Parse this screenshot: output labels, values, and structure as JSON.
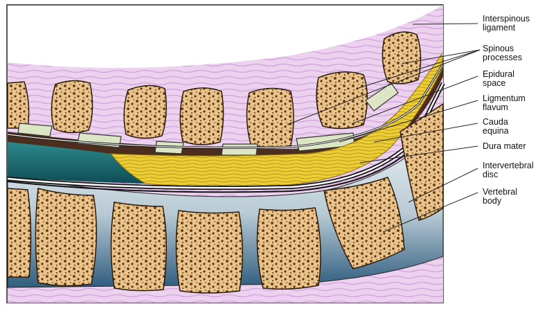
{
  "labels": {
    "interspinous_ligament": "Interspinous\nligament",
    "spinous_processes": "Spinous\nprocesses",
    "epidural_space": "Epidural\nspace",
    "ligmentum_flavum": "Ligmentum\nflavum",
    "cauda_equina": "Cauda\nequina",
    "dura_mater": "Dura mater",
    "intervertebral_disc": "Intervertebral\ndisc",
    "vertebral_body": "Vertebral\nbody"
  },
  "colors": {
    "ligament": "#ecd2ef",
    "ligament_stripe": "#d3a6dc",
    "bone": "#e9c48e",
    "bone_pore": "#6a3e12",
    "disc_light": "#e3ecef",
    "disc_dark": "#3f6a8a",
    "csf": "#1c6a6e",
    "cauda": "#f0d23a",
    "epidural": "#4a2d1c",
    "lamina": "#dfe7c6"
  }
}
